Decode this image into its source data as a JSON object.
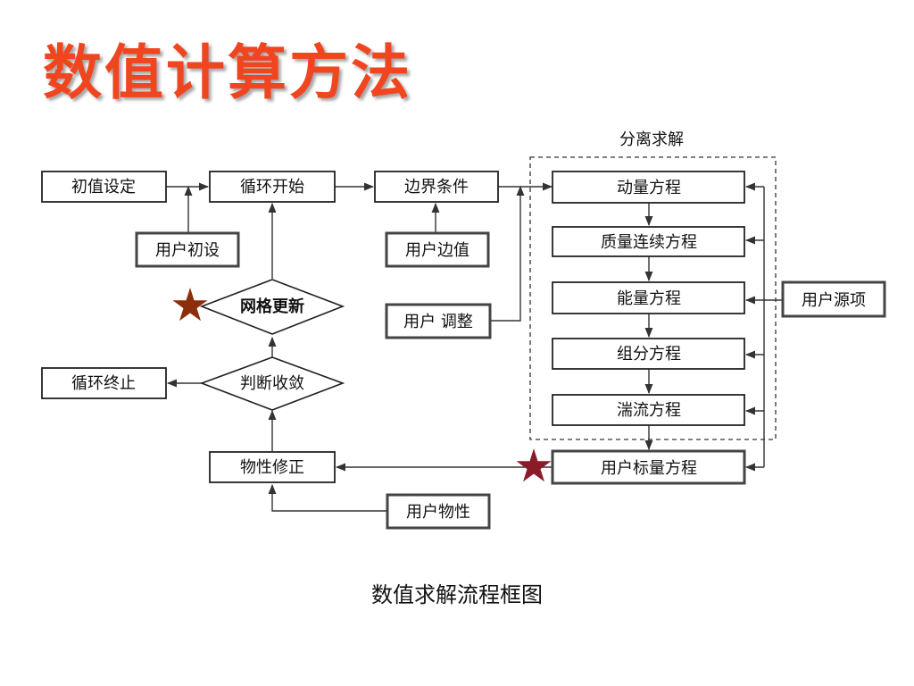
{
  "title": "数值计算方法",
  "caption": "数值求解流程框图",
  "section_label": "分离求解",
  "nodes": {
    "initial_setting": "初值设定",
    "loop_start": "循环开始",
    "boundary_conditions": "边界条件",
    "user_initial": "用户初设",
    "user_boundary": "用户边值",
    "grid_update": "网格更新",
    "user_adjust": "用户 调整",
    "loop_end": "循环终止",
    "convergence_check": "判断收敛",
    "property_correction": "物性修正",
    "user_property": "用户物性",
    "momentum_equation": "动量方程",
    "mass_continuity_equation": "质量连续方程",
    "energy_equation": "能量方程",
    "species_equation": "组分方程",
    "turbulence_equation": "湍流方程",
    "user_scalar_equation": "用户标量方程",
    "user_source_term": "用户源项"
  },
  "colors": {
    "title": "#f0451f",
    "star_left": "#8b2e0c",
    "star_right": "#8a1c2a",
    "line": "#333333"
  }
}
